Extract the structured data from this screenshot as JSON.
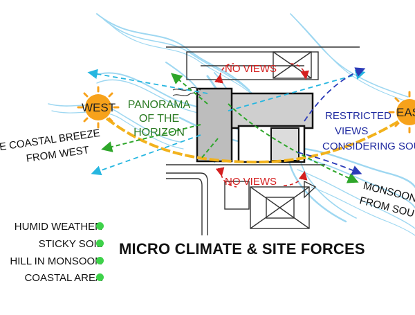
{
  "title": "MICRO CLIMATE & SITE FORCES",
  "sun_west": {
    "label": "WEST"
  },
  "sun_east": {
    "label": "EAST"
  },
  "panorama": {
    "line1": "PANORAMA",
    "line2": "OF THE",
    "line3": "HORIZON"
  },
  "no_views_top": "NO VIEWS",
  "no_views_bottom": "NO VIEWS",
  "restricted": {
    "line1": "RESTRICTED",
    "line2": "VIEWS",
    "line3": "CONSIDERING SOUTH"
  },
  "breeze": {
    "line1": "THE COASTAL BREEZE",
    "line2": "FROM WEST"
  },
  "monsoon": {
    "line1": "MONSOON",
    "line2": "FROM SOUTH"
  },
  "legend": [
    {
      "label": "HUMID WEATHER"
    },
    {
      "label": "STICKY SOIL"
    },
    {
      "label": "HILL IN MONSOON"
    },
    {
      "label": "COASTAL AREA"
    }
  ],
  "colors": {
    "sun": "#f7a21b",
    "sun_path": "#f2b21c",
    "wind": "#4fb8e6",
    "legend_dot": "#3ed24a",
    "views_red": "#d42020",
    "views_blue": "#2a3ab8",
    "panorama_green": "#2ea62a"
  }
}
